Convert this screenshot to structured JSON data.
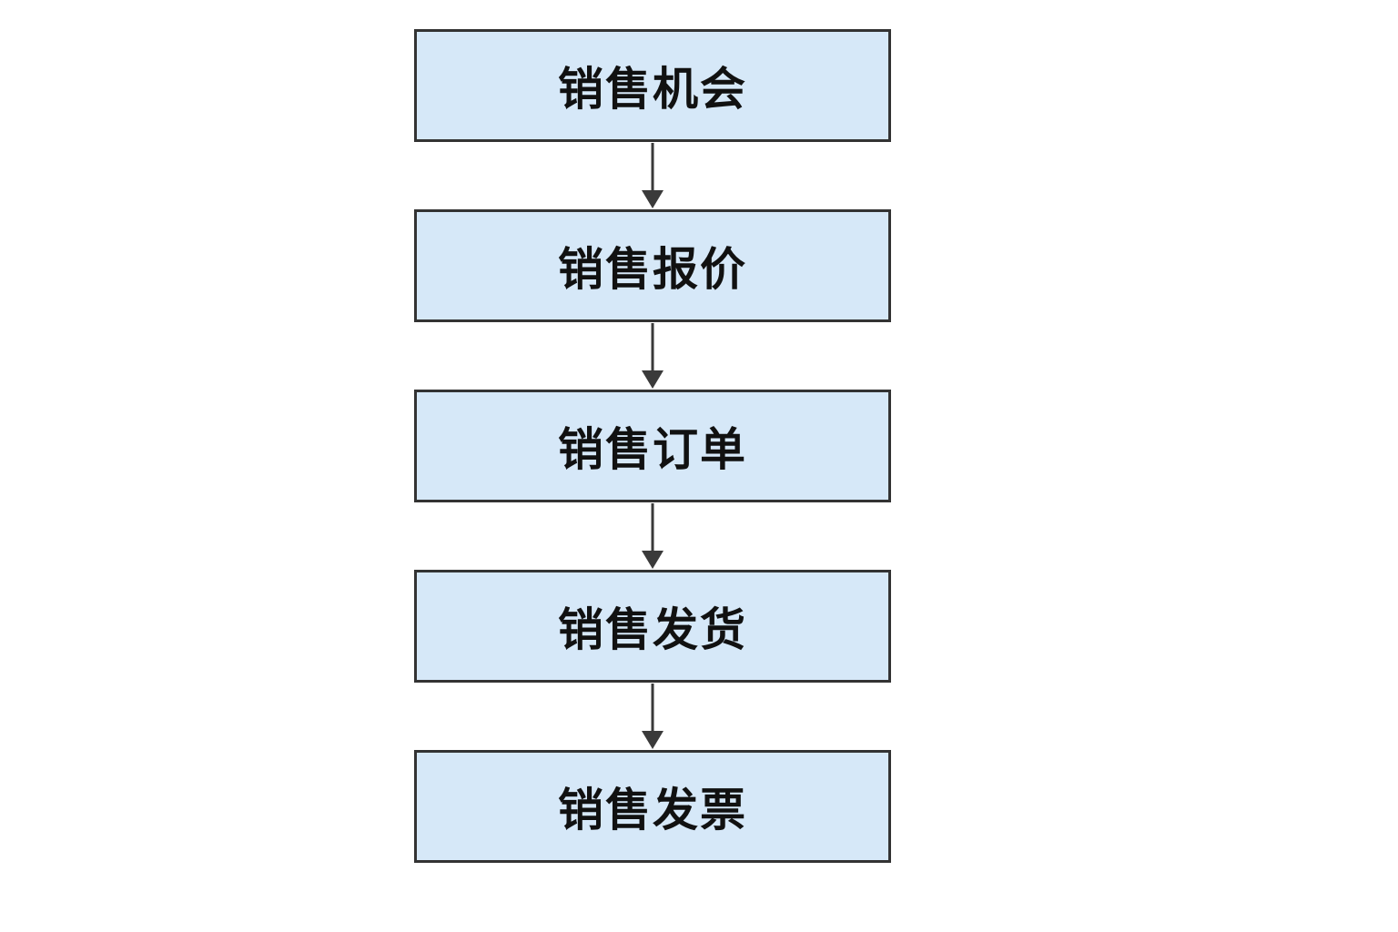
{
  "flowchart": {
    "steps": [
      {
        "label": "销售机会"
      },
      {
        "label": "销售报价"
      },
      {
        "label": "销售订单"
      },
      {
        "label": "销售发货"
      },
      {
        "label": "销售发票"
      }
    ]
  },
  "colors": {
    "box_fill": "#d6e8f8",
    "box_border": "#333333",
    "arrow": "#3a3a3a",
    "text": "#111111"
  }
}
